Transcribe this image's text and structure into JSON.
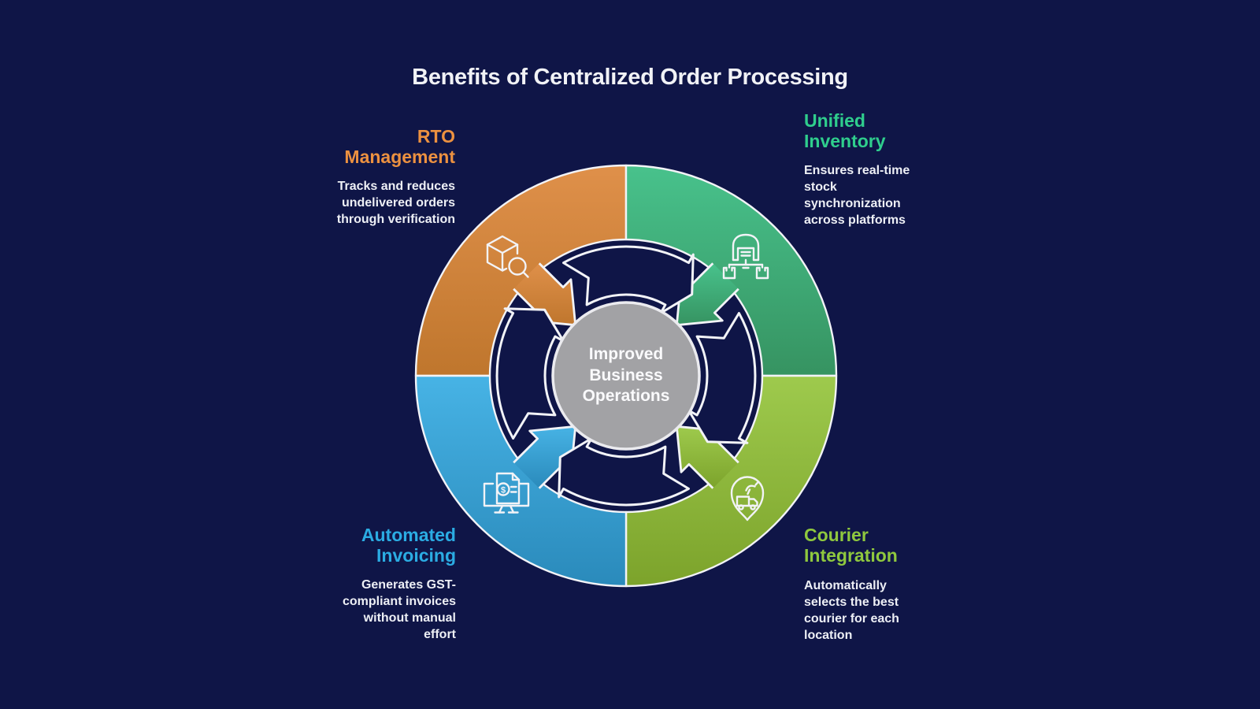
{
  "title": "Benefits of Centralized Order Processing",
  "background": "#0F1547",
  "outline_color": "#F2F3F7",
  "cycle_arrow_fill": "#0F1547",
  "center": {
    "text": "Improved\nBusiness\nOperations",
    "fill": "#A2A2A5",
    "stroke": "#EBEBEF",
    "text_color": "#FAFAFC"
  },
  "segments": [
    {
      "name": "rto-management",
      "position": "top-left",
      "heading": "RTO\nManagement",
      "desc": "Tracks and reduces\nundelivered orders\nthrough verification",
      "color": "#EC9140",
      "gradient": [
        "#DF904A",
        "#BF762D"
      ],
      "icon": "package-search-icon"
    },
    {
      "name": "unified-inventory",
      "position": "top-right",
      "heading": "Unified\nInventory",
      "desc": "Ensures real-time\nstock\nsynchronization\nacross platforms",
      "color": "#2FCE8D",
      "gradient": [
        "#48C28C",
        "#369361"
      ],
      "icon": "warehouse-distribution-icon"
    },
    {
      "name": "automated-invoicing",
      "position": "bottom-left",
      "heading": "Automated\nInvoicing",
      "desc": "Generates GST-\ncompliant invoices\nwithout manual\neffort",
      "color": "#2BACE3",
      "gradient": [
        "#47B3E5",
        "#2A8ABB"
      ],
      "icon": "invoice-monitor-icon"
    },
    {
      "name": "courier-integration",
      "position": "bottom-right",
      "heading": "Courier\nIntegration",
      "desc": "Automatically\nselects the best\ncourier for each\nlocation",
      "color": "#8FC83E",
      "gradient": [
        "#9ECA4D",
        "#7CA32B"
      ],
      "icon": "courier-tracking-pin-icon"
    }
  ]
}
